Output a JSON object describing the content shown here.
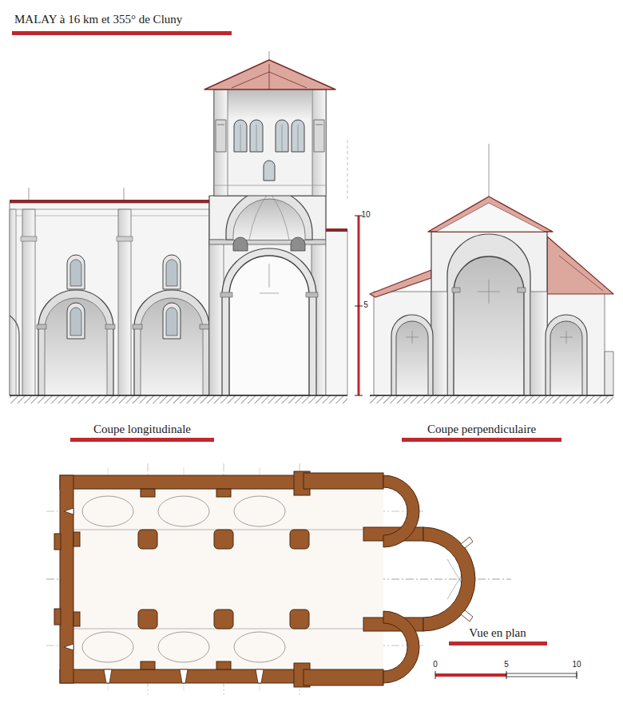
{
  "diagram": {
    "title": "MALAY à 16 km et 355° de Cluny",
    "labels": [
      "10",
      "5",
      "Coupe longitudinale",
      "Coupe perpendiculaire",
      "Vue en plan",
      "0",
      "5",
      "10"
    ]
  }
}
